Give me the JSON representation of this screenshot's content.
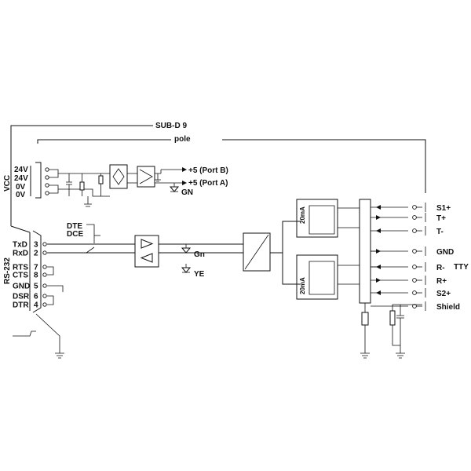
{
  "header": {
    "subd_line1": "SUB-D  9",
    "subd_line2": "pole"
  },
  "vcc_label": "VCC",
  "rs232_label": "RS-232",
  "tty_label": "TTY",
  "supply": {
    "pins": [
      "24V",
      "24V",
      "0V",
      "0V"
    ],
    "port_b": "+5 (Port B)",
    "port_a": "+5 (Port A)",
    "gn": "GN"
  },
  "dte": "DTE",
  "dce": "DCE",
  "rs232_pins": [
    {
      "name": "TxD",
      "num": "3"
    },
    {
      "name": "RxD",
      "num": "2"
    },
    {
      "name": "RTS",
      "num": "7"
    },
    {
      "name": "CTS",
      "num": "8"
    },
    {
      "name": "GND",
      "num": "5"
    },
    {
      "name": "DSR",
      "num": "6"
    },
    {
      "name": "DTR",
      "num": "4"
    }
  ],
  "leds": {
    "gn": "Gn",
    "ye": "YE"
  },
  "current_labels": [
    "20mA",
    "20mA"
  ],
  "tty_terminals": [
    "S1+",
    "T+",
    "T-",
    "GND",
    "R-",
    "R+",
    "S2+",
    "Shield"
  ]
}
